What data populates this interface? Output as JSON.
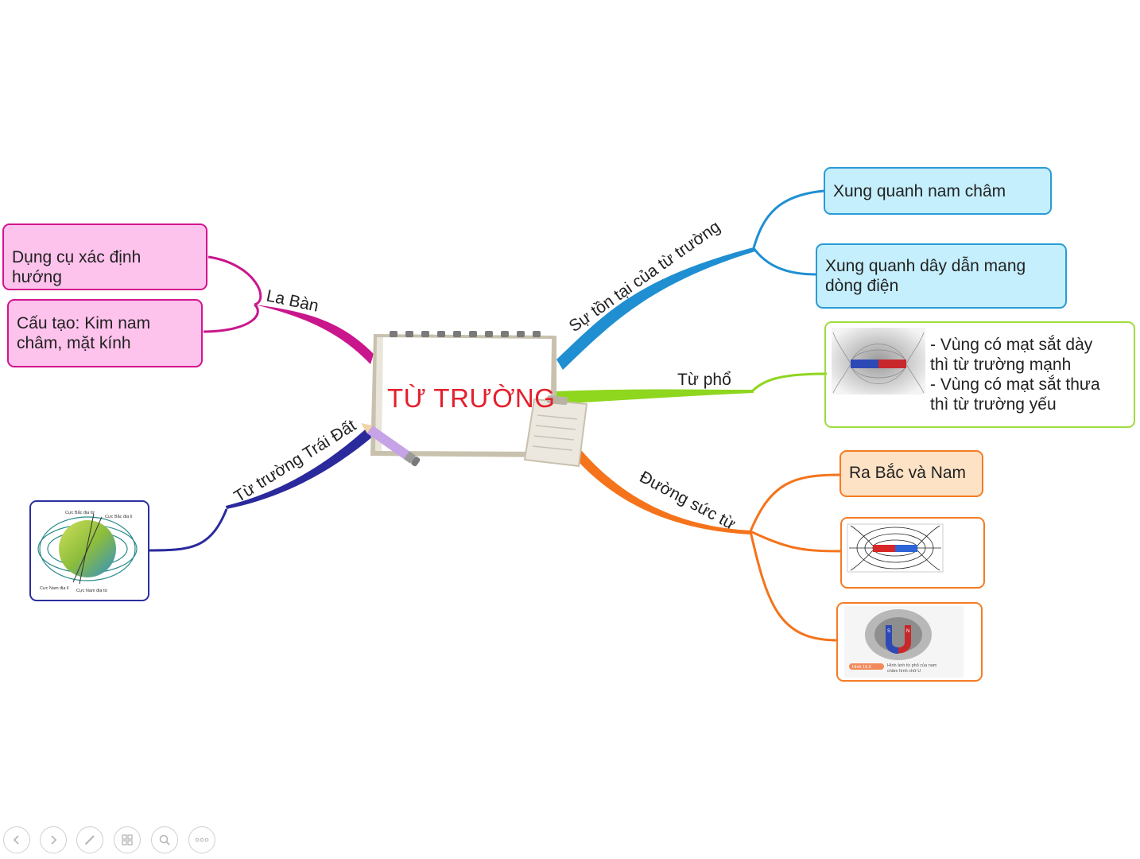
{
  "center": {
    "title": "TỪ TRƯỜNG"
  },
  "branches": {
    "la_ban": {
      "label": "La Bàn",
      "color": "#c9168c",
      "items": [
        "Dụng cụ xác định\nhướng",
        "Cấu tạo: Kim nam\nchâm, mặt kính"
      ]
    },
    "su_ton_tai": {
      "label": "Sự tồn tại của từ trường",
      "color": "#1f8fd2",
      "items": [
        "Xung quanh nam châm",
        "Xung quanh dây dẫn mang\ndòng điện"
      ]
    },
    "tu_pho": {
      "label": "Từ phổ",
      "color": "#8fd61f",
      "text": "- Vùng có mạt sắt dày\nthì từ trường mạnh\n- Vùng có mạt sắt thưa\nthì từ trường yếu"
    },
    "duong_suc_tu": {
      "label": "Đường sức từ",
      "color": "#f5731b",
      "items": [
        "Ra Bắc và Nam"
      ]
    },
    "trai_dat": {
      "label": "Từ trường Trái Đất",
      "color": "#2a2a9c"
    }
  },
  "earth_figure": {
    "labels": [
      "Cực Bắc địa từ",
      "Cực Bắc địa lí",
      "Cực Nam địa lí",
      "Cực Nam địa từ"
    ]
  },
  "u_magnet_figure": {
    "poles": [
      "S",
      "N"
    ],
    "caption_tag": "Hình 19.6",
    "caption": "Hình ảnh từ phổ của nam\nchâm hình chữ U"
  },
  "toolbar": {
    "icons": [
      "previous-icon",
      "next-icon",
      "pen-icon",
      "slides-icon",
      "zoom-icon",
      "more-icon"
    ]
  }
}
